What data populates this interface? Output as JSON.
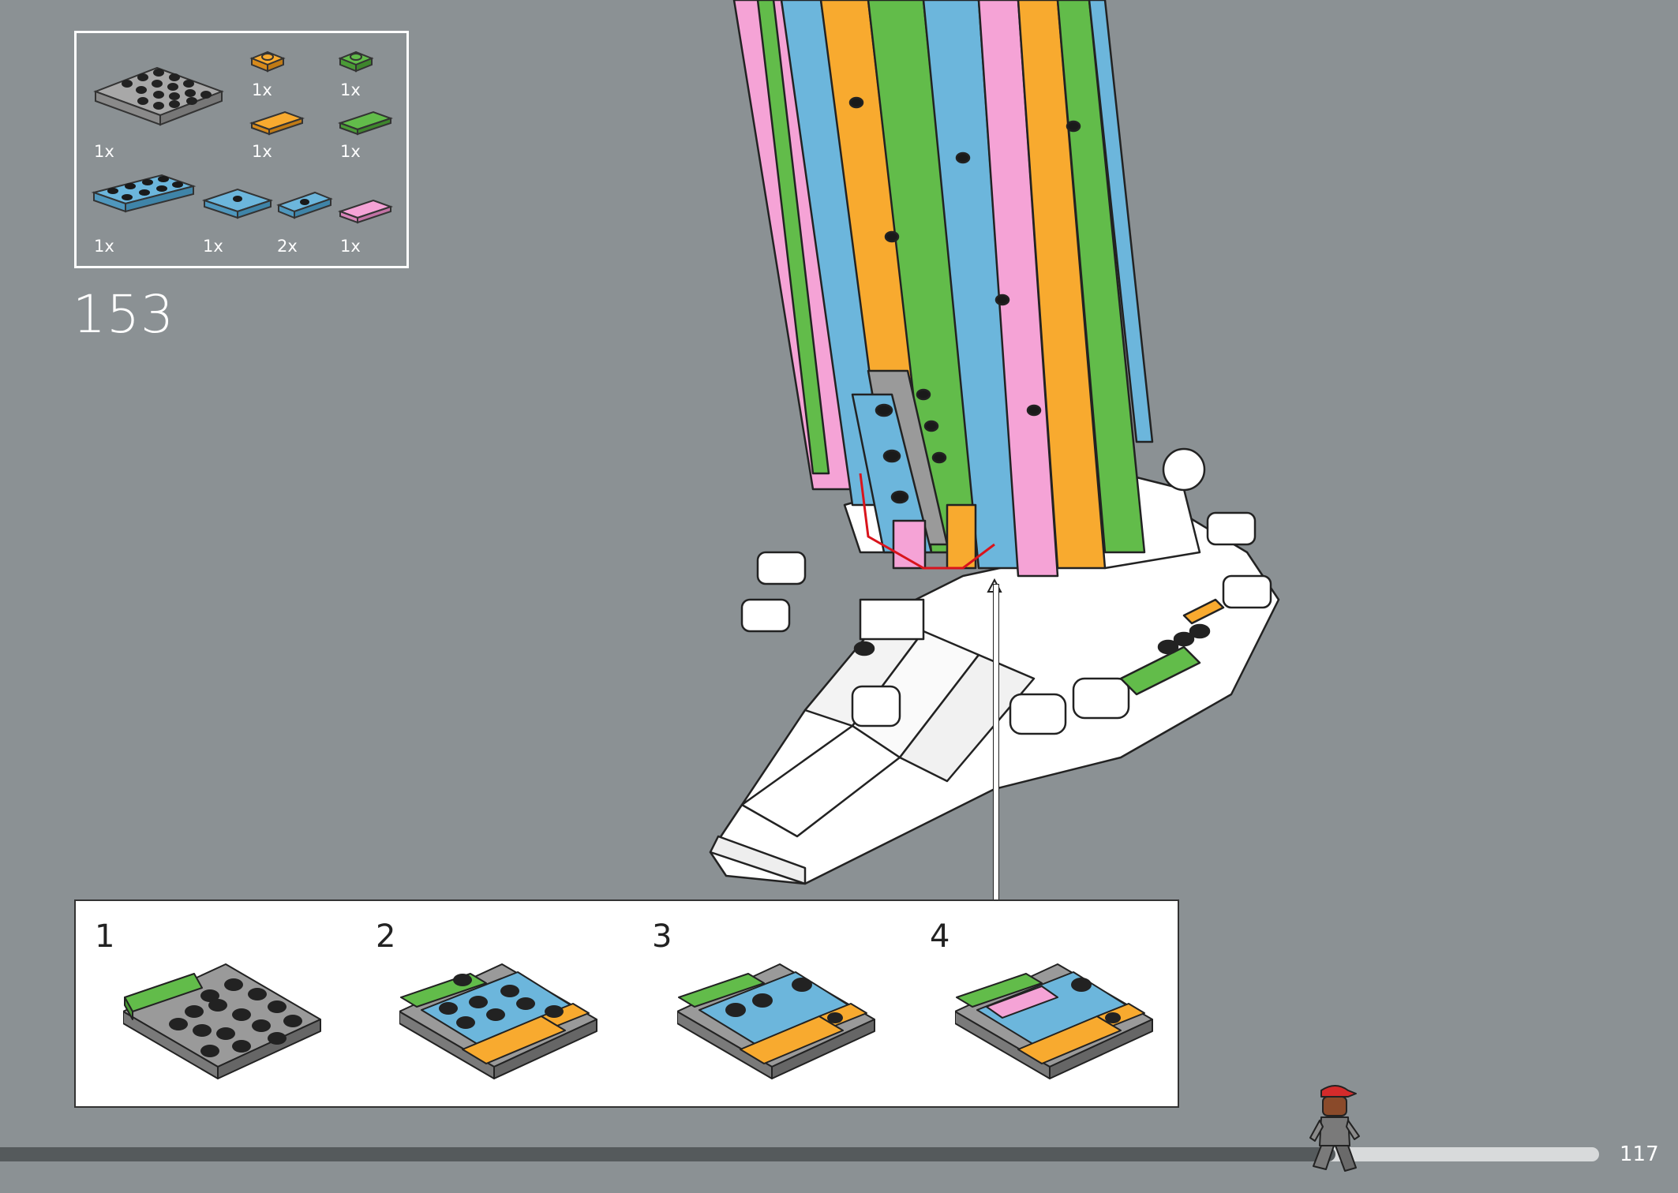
{
  "parts_list": {
    "items": [
      {
        "name": "grey-plate-4x4",
        "qty": "1x"
      },
      {
        "name": "orange-plate-1x1",
        "qty": "1x"
      },
      {
        "name": "green-plate-1x1",
        "qty": "1x"
      },
      {
        "name": "orange-tile-1x2",
        "qty": "1x"
      },
      {
        "name": "green-tile-1x2",
        "qty": "1x"
      },
      {
        "name": "blue-plate-2x4",
        "qty": "1x"
      },
      {
        "name": "blue-jumper-plate-2x2",
        "qty": "1x"
      },
      {
        "name": "blue-jumper-plate-1x2",
        "qty": "2x"
      },
      {
        "name": "pink-tile-1x2",
        "qty": "1x"
      }
    ]
  },
  "step": {
    "number": "153"
  },
  "substeps": [
    {
      "label": "1"
    },
    {
      "label": "2"
    },
    {
      "label": "3"
    },
    {
      "label": "4"
    }
  ],
  "page": {
    "number": "117",
    "progress": 0.835
  },
  "colors": {
    "background": "#8b9194",
    "pink": "#f5a3d6",
    "green": "#62bc4a",
    "orange": "#f8aa2f",
    "blue": "#6cb6dc",
    "grey": "#9a9a9a",
    "white": "#ffffff"
  }
}
